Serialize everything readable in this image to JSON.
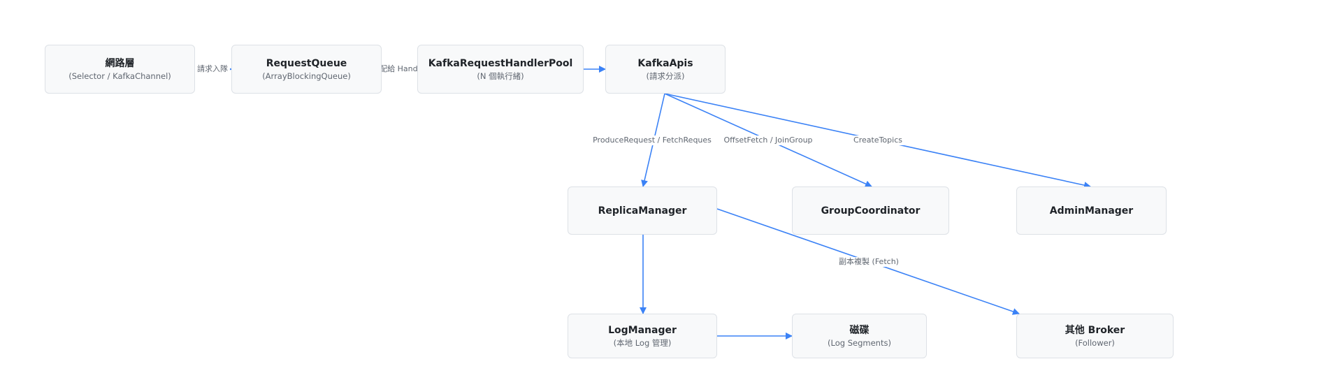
{
  "colors": {
    "edge": "#3b82f6",
    "node_fill": "#f8f9fa",
    "node_border": "#dde1e6",
    "text_primary": "#1f2328",
    "text_secondary": "#5f6670"
  },
  "nodes": {
    "network": {
      "title": "網路層",
      "subtitle": "(Selector / KafkaChannel)"
    },
    "request_queue": {
      "title": "RequestQueue",
      "subtitle": "(ArrayBlockingQueue)"
    },
    "handler_pool": {
      "title": "KafkaRequestHandlerPool",
      "subtitle": "(N 個執行緒)"
    },
    "kafka_apis": {
      "title": "KafkaApis",
      "subtitle": "(請求分派)"
    },
    "replica_manager": {
      "title": "ReplicaManager",
      "subtitle": ""
    },
    "group_coordinator": {
      "title": "GroupCoordinator",
      "subtitle": ""
    },
    "admin_manager": {
      "title": "AdminManager",
      "subtitle": ""
    },
    "log_manager": {
      "title": "LogManager",
      "subtitle": "(本地 Log 管理)"
    },
    "disk": {
      "title": "磁碟",
      "subtitle": "(Log Segments)"
    },
    "other_broker": {
      "title": "其他 Broker",
      "subtitle": "(Follower)"
    }
  },
  "edges": {
    "enqueue": "請求入隊",
    "dispatch_handler": "分配給 Handler",
    "produce_fetch": "ProduceRequest / FetchReques",
    "offset_join": "OffsetFetch / JoinGroup",
    "create_topics": "CreateTopics",
    "replication": "副本複製 (Fetch)"
  }
}
